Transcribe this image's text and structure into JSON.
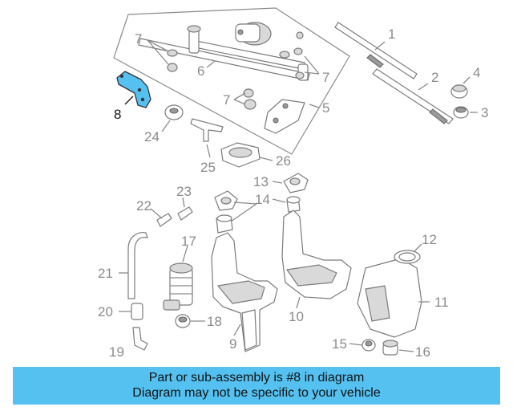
{
  "diagram": {
    "callouts": [
      "1",
      "2",
      "3",
      "4",
      "5",
      "6",
      "7",
      "7",
      "7",
      "8",
      "9",
      "10",
      "11",
      "12",
      "13",
      "14",
      "15",
      "16",
      "17",
      "18",
      "19",
      "20",
      "21",
      "22",
      "23",
      "24",
      "25",
      "26"
    ],
    "highlighted_callout": "8",
    "accent_color": "#55c1f1"
  },
  "banner": {
    "line1": "Part or sub-assembly is #8 in diagram",
    "line2": "Diagram may not be specific to your vehicle"
  }
}
